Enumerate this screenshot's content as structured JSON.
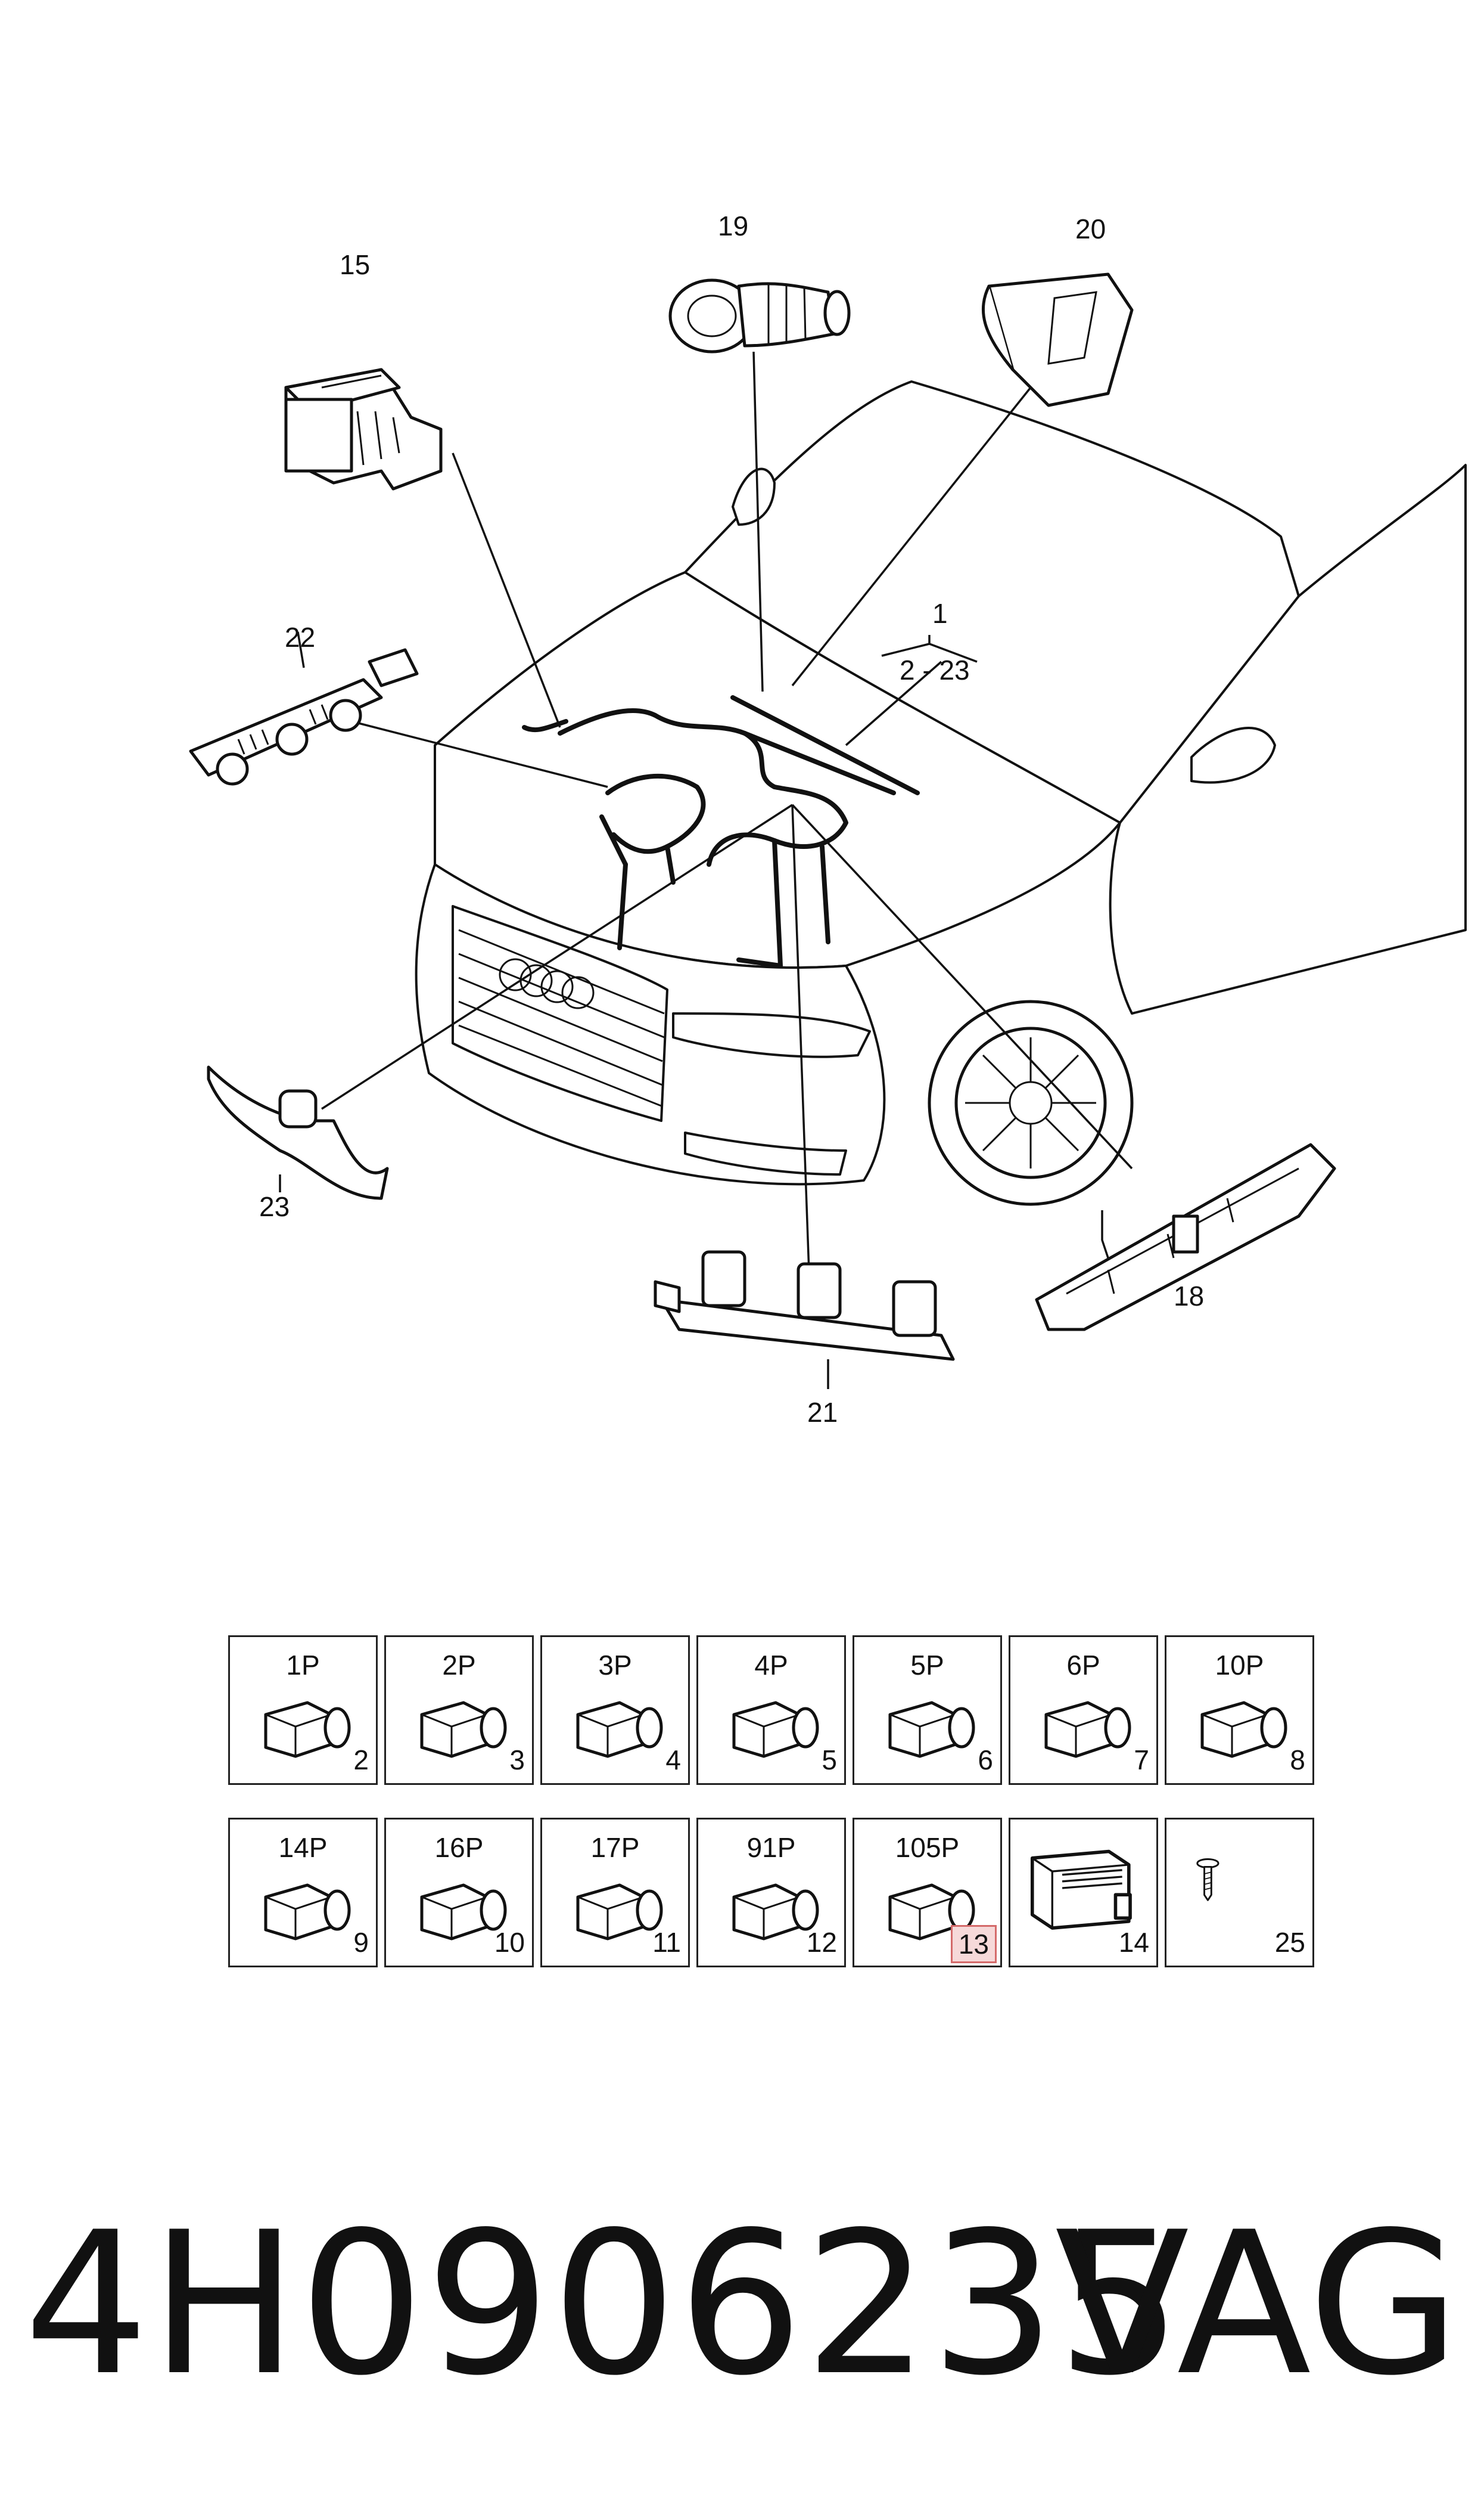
{
  "callouts": {
    "c1": "1",
    "c1_range": "2 - 23",
    "c15": "15",
    "c18": "18",
    "c19": "19",
    "c20": "20",
    "c21": "21",
    "c22": "22",
    "c23": "23"
  },
  "grid": {
    "row1": [
      {
        "code": "1P",
        "num": "2"
      },
      {
        "code": "2P",
        "num": "3"
      },
      {
        "code": "3P",
        "num": "4"
      },
      {
        "code": "4P",
        "num": "5"
      },
      {
        "code": "5P",
        "num": "6"
      },
      {
        "code": "6P",
        "num": "7"
      },
      {
        "code": "10P",
        "num": "8"
      }
    ],
    "row2": [
      {
        "code": "14P",
        "num": "9"
      },
      {
        "code": "16P",
        "num": "10"
      },
      {
        "code": "17P",
        "num": "11"
      },
      {
        "code": "91P",
        "num": "12"
      },
      {
        "code": "105P",
        "num": "13",
        "highlight": true
      },
      {
        "code": "",
        "num": "14"
      },
      {
        "code": "",
        "num": "25"
      }
    ]
  },
  "footer": {
    "part_number": "4H0906235",
    "brand": "VAG"
  },
  "colors": {
    "highlight_fill": "#f6d9d9",
    "highlight_border": "#d46a6a",
    "line": "#111111"
  }
}
